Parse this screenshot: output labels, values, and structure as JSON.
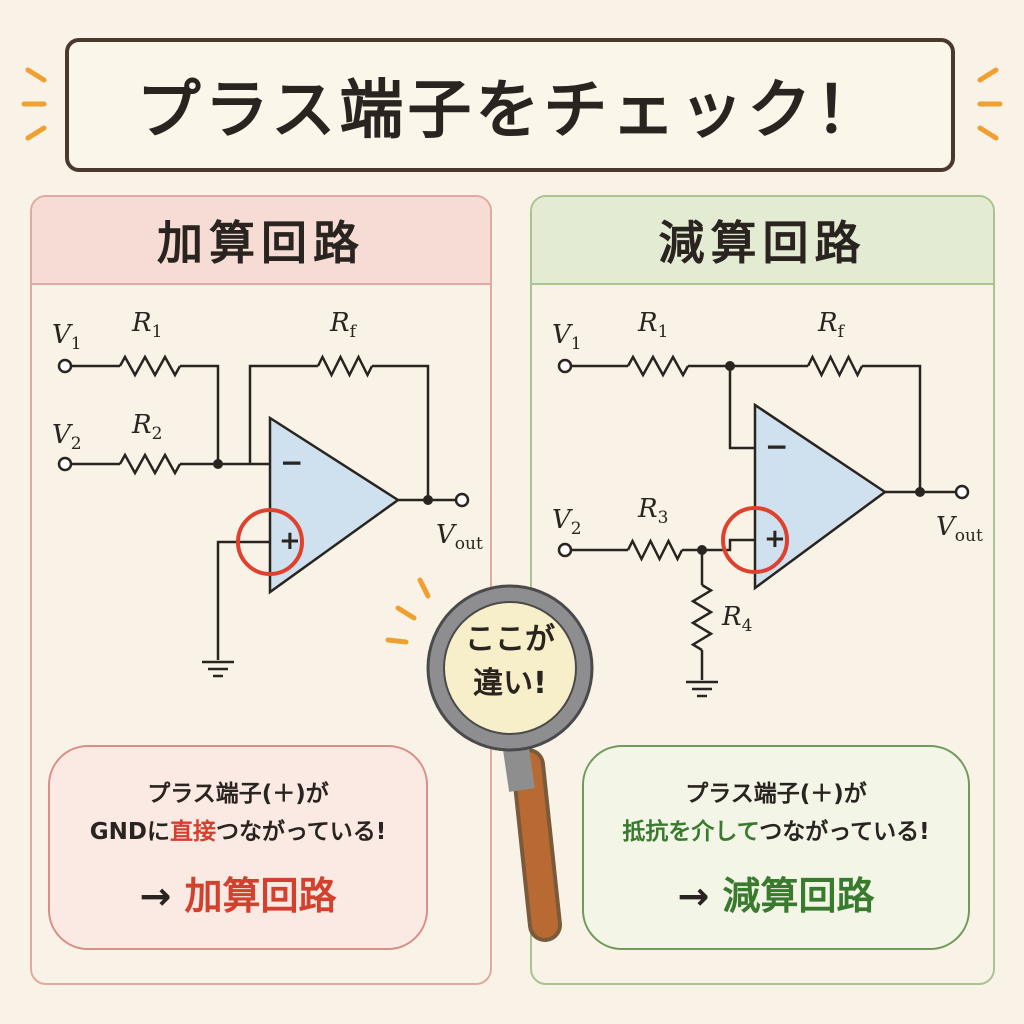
{
  "title": "プラス端子をチェック！",
  "left": {
    "heading": "加算回路",
    "labels": {
      "v1": "V",
      "v1s": "1",
      "v2": "V",
      "v2s": "2",
      "r1": "R",
      "r1s": "1",
      "r2": "R",
      "r2s": "2",
      "rf": "R",
      "rfs": "f",
      "vout": "V",
      "vouts": "out"
    },
    "bubble": {
      "line1": "プラス端子(＋)が",
      "line2_a": "GND",
      "line2_b": "に",
      "line2_hl": "直接",
      "line2_c": "つながっている!",
      "arrow": "→ ",
      "result": "加算回路"
    }
  },
  "right": {
    "heading": "減算回路",
    "labels": {
      "v1": "V",
      "v1s": "1",
      "v2": "V",
      "v2s": "2",
      "r1": "R",
      "r1s": "1",
      "r3": "R",
      "r3s": "3",
      "r4": "R",
      "r4s": "4",
      "rf": "R",
      "rfs": "f",
      "vout": "V",
      "vouts": "out"
    },
    "bubble": {
      "line1": "プラス端子(＋)が",
      "line2_hl1": "抵抗",
      "line2_a": "を",
      "line2_hl2": "介して",
      "line2_c": "つながっている!",
      "arrow": "→ ",
      "result": "減算回路"
    }
  },
  "magnifier": {
    "line1": "ここが",
    "line2": "違い!"
  },
  "opamp": {
    "minus": "−",
    "plus": "+"
  },
  "colors": {
    "accent_red": "#d2402e",
    "accent_green": "#3a7a2e",
    "opamp_fill": "#cfe0ee",
    "highlight": "#e0402e",
    "burst": "#f0a030"
  }
}
